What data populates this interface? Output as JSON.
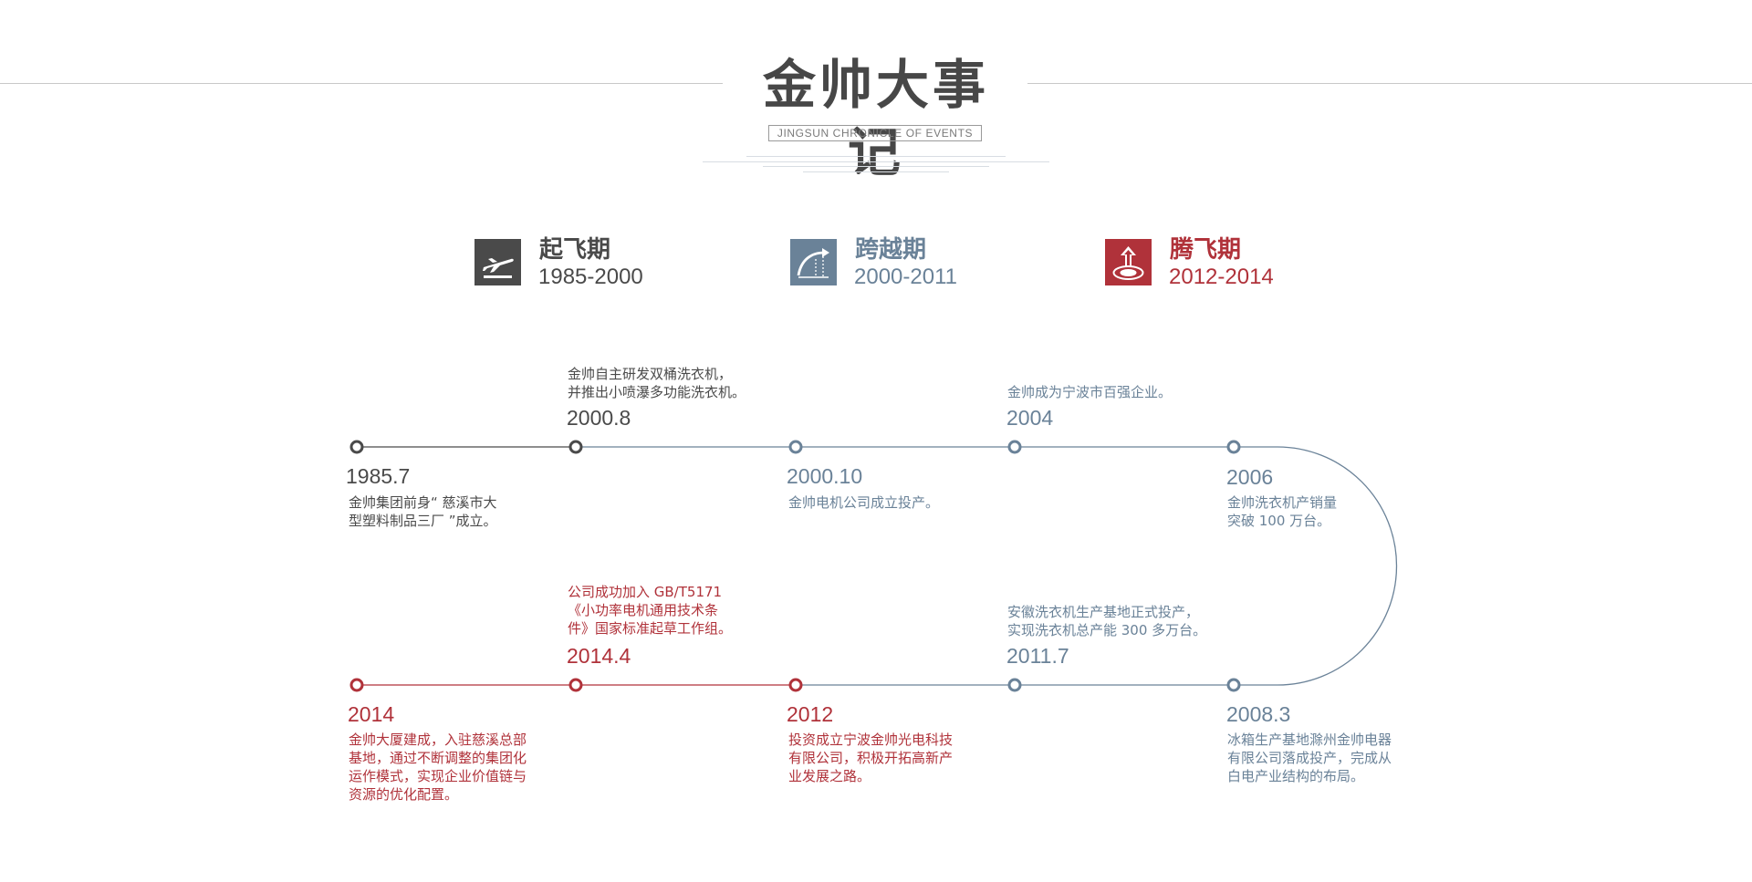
{
  "header": {
    "title": "金帅大事记",
    "subtitle": "JINGSUN CHRONICLE OF EVENTS"
  },
  "colors": {
    "dark": "#4a4a4a",
    "blue": "#6a8298",
    "red": "#b0323a"
  },
  "phases": [
    {
      "name": "起飞期",
      "years": "1985-2000",
      "icon": "airplane-takeoff-icon"
    },
    {
      "name": "跨越期",
      "years": "2000-2011",
      "icon": "leap-arc-icon"
    },
    {
      "name": "腾飞期",
      "years": "2012-2014",
      "icon": "rise-up-icon"
    }
  ],
  "events": [
    {
      "date": "1985.7",
      "text": "金帅集团前身“ 慈溪市大\n型塑料制品三厂 ”成立。"
    },
    {
      "date": "2000.8",
      "text": "金帅自主研发双桶洗衣机，\n并推出小喷瀑多功能洗衣机。"
    },
    {
      "date": "2000.10",
      "text": "金帅电机公司成立投产。"
    },
    {
      "date": "2004",
      "text": "金帅成为宁波市百强企业。"
    },
    {
      "date": "2006",
      "text": "金帅洗衣机产销量\n突破 100 万台。"
    },
    {
      "date": "2008.3",
      "text": "冰箱生产基地滁州金帅电器\n有限公司落成投产，完成从\n白电产业结构的布局。"
    },
    {
      "date": "2011.7",
      "text": "安徽洗衣机生产基地正式投产，\n实现洗衣机总产能 300 多万台。"
    },
    {
      "date": "2012",
      "text": "投资成立宁波金帅光电科技\n有限公司，积极开拓高新产\n业发展之路。"
    },
    {
      "date": "2014.4",
      "text": "公司成功加入 GB/T5171\n《小功率电机通用技术条\n件》国家标准起草工作组。"
    },
    {
      "date": "2014",
      "text": "金帅大厦建成，入驻慈溪总部\n基地，通过不断调整的集团化\n运作模式，实现企业价值链与\n资源的优化配置。"
    }
  ]
}
